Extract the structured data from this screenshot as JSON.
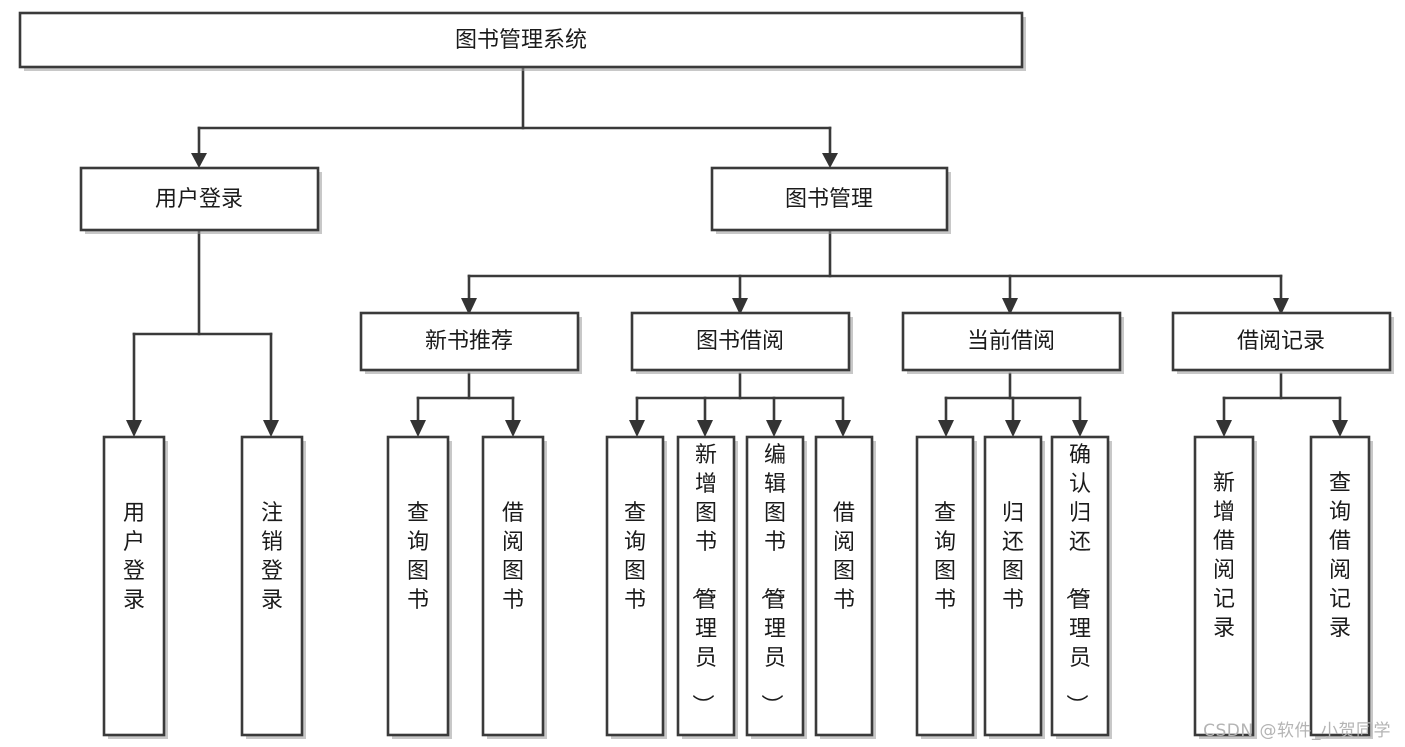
{
  "diagram": {
    "title": "图书管理系统",
    "type": "tree",
    "watermark": "CSDN @软件_小贺同学",
    "colors": {
      "box_stroke": "#3a3a3a",
      "box_fill": "#ffffff",
      "edge": "#3a3a3a",
      "text": "#1b1b1b",
      "watermark": "#b4b4b4",
      "background": "#ffffff"
    },
    "nodes": {
      "root": {
        "label": "图书管理系统"
      },
      "level2": [
        {
          "id": "user-login",
          "label": "用户登录"
        },
        {
          "id": "book-manage",
          "label": "图书管理"
        }
      ],
      "level3": [
        {
          "id": "new-book-recommend",
          "label": "新书推荐"
        },
        {
          "id": "book-borrow",
          "label": "图书借阅"
        },
        {
          "id": "current-borrow",
          "label": "当前借阅"
        },
        {
          "id": "borrow-record",
          "label": "借阅记录"
        }
      ],
      "leaves": {
        "user_login": [
          {
            "id": "leaf-user-login",
            "label": "用户登录"
          },
          {
            "id": "leaf-logout",
            "label": "注销登录"
          }
        ],
        "new_book_recommend": [
          {
            "id": "leaf-query-book-1",
            "label": "查询图书"
          },
          {
            "id": "leaf-borrow-book-1",
            "label": "借阅图书"
          }
        ],
        "book_borrow": [
          {
            "id": "leaf-query-book-2",
            "label": "查询图书"
          },
          {
            "id": "leaf-add-book",
            "label": "新增图书（管理员）"
          },
          {
            "id": "leaf-edit-book",
            "label": "编辑图书（管理员）"
          },
          {
            "id": "leaf-borrow-book-2",
            "label": "借阅图书"
          }
        ],
        "current_borrow": [
          {
            "id": "leaf-query-book-3",
            "label": "查询图书"
          },
          {
            "id": "leaf-return-book",
            "label": "归还图书"
          },
          {
            "id": "leaf-confirm-return",
            "label": "确认归还（管理员）"
          }
        ],
        "borrow_record": [
          {
            "id": "leaf-add-record",
            "label": "新增借阅记录"
          },
          {
            "id": "leaf-query-record",
            "label": "查询借阅记录"
          }
        ]
      }
    }
  }
}
